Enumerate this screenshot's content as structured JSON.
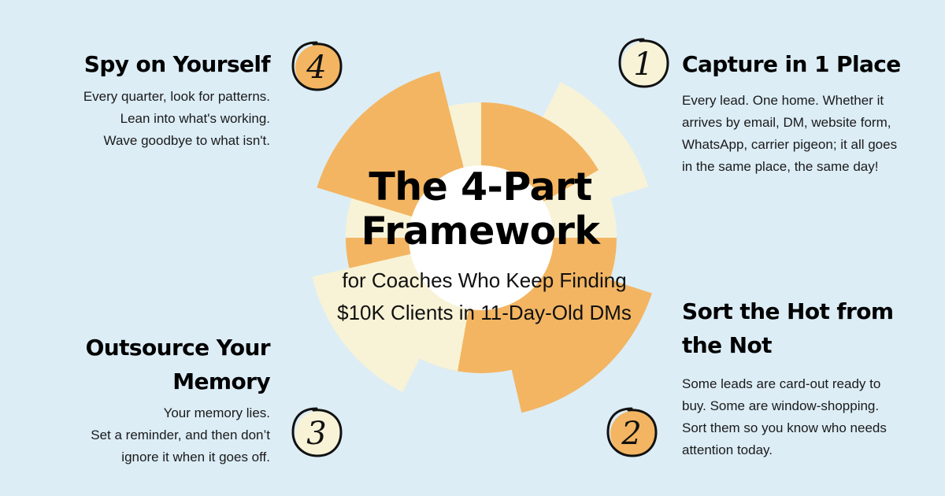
{
  "title_lines": [
    "The 4-Part",
    "Framework"
  ],
  "subtitle_lines": [
    "for Coaches Who Keep Finding",
    "$10K Clients in 11-Day-Old DMs"
  ],
  "colors": {
    "background": "#dcedf6",
    "orange": "#f3b562",
    "cream": "#f8f3d6",
    "center": "#ffffff",
    "ink": "#111111"
  },
  "steps": [
    {
      "number": "1",
      "heading_lines": [
        "Capture in 1 Place"
      ],
      "body_lines": [
        "Every lead. One home. Whether it",
        "arrives by email, DM, website form,",
        "WhatsApp, carrier pigeon;  it all goes",
        "in the same place, the same day!"
      ],
      "badge_fill": "cream"
    },
    {
      "number": "2",
      "heading_lines": [
        "Sort the Hot from",
        "the Not"
      ],
      "body_lines": [
        "Some leads are card-out ready to",
        "buy. Some are window-shopping.",
        "Sort them so you know who needs",
        "attention today."
      ],
      "badge_fill": "orange"
    },
    {
      "number": "3",
      "heading_lines": [
        "Outsource Your",
        "Memory"
      ],
      "body_lines": [
        "Your memory lies.",
        "Set a reminder, and then don’t",
        "ignore it when it goes off."
      ],
      "badge_fill": "cream"
    },
    {
      "number": "4",
      "heading_lines": [
        "Spy on Yourself"
      ],
      "body_lines": [
        "Every quarter, look for patterns.",
        "Lean into what's working.",
        "Wave goodbye to what isn't."
      ],
      "badge_fill": "orange"
    }
  ]
}
